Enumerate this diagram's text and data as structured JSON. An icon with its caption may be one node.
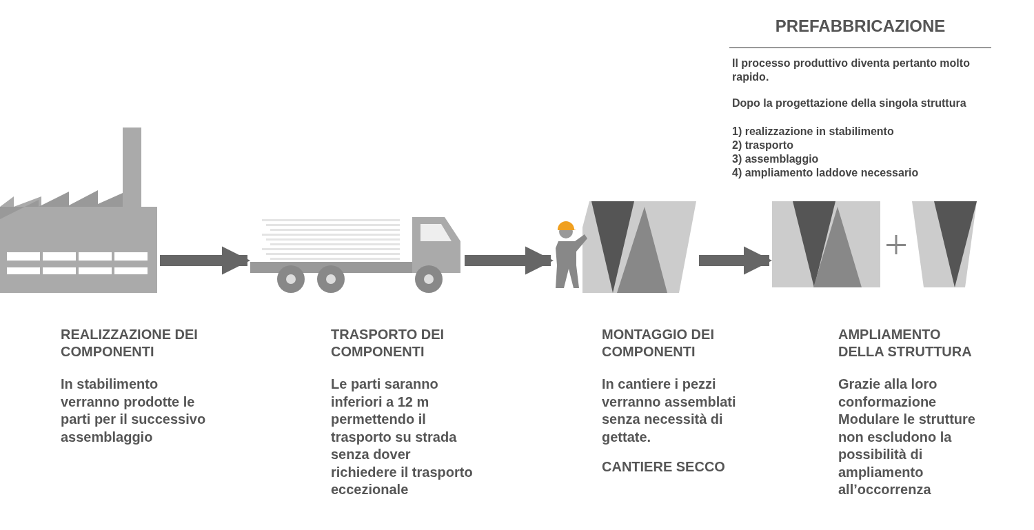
{
  "diagram": {
    "title": "PREFABBRICAZIONE",
    "nodes": [
      {
        "text": [],
        "shape": "picture",
        "beside": [
          "REALIZZAZIONE DEI COMPONENTI",
          "In stabilimento verranno prodotte le parti per il successivo assemblaggio"
        ]
      },
      {
        "text": [],
        "shape": "picture",
        "beside": [
          "TRASPORTO DEI COMPONENTI",
          "Le parti saranno inferiori a 12 m permettendo il trasporto su strada senza dover richiedere il trasporto eccezionale"
        ]
      },
      {
        "text": [],
        "shape": "picture",
        "beside": [
          "MONTAGGIO DEI COMPONENTI",
          "In cantiere i pezzi verranno assemblati senza necessità di gettate.",
          "CANTIERE SECCO"
        ]
      },
      {
        "text": [],
        "shape": "picture",
        "beside": [
          "AMPLIAMENTO DELLA STRUTTURA",
          "Grazie alla loro conformazione Modulare le strutture non escludono la possibilità di ampliamento all’occorrenza"
        ]
      }
    ],
    "edges": [
      {
        "from": 0,
        "to": 1,
        "arrow": "to"
      },
      {
        "from": 1,
        "to": 2,
        "arrow": "to"
      },
      {
        "from": 2,
        "to": 3,
        "arrow": "to"
      }
    ],
    "labels": [
      "Il processo produttivo diventa pertanto molto rapido.",
      "Dopo la progettazione della singola struttura",
      "1) realizzazione in stabilimento",
      "2) trasporto",
      "3) assemblaggio",
      "4) ampliamento laddove necessario"
    ]
  }
}
